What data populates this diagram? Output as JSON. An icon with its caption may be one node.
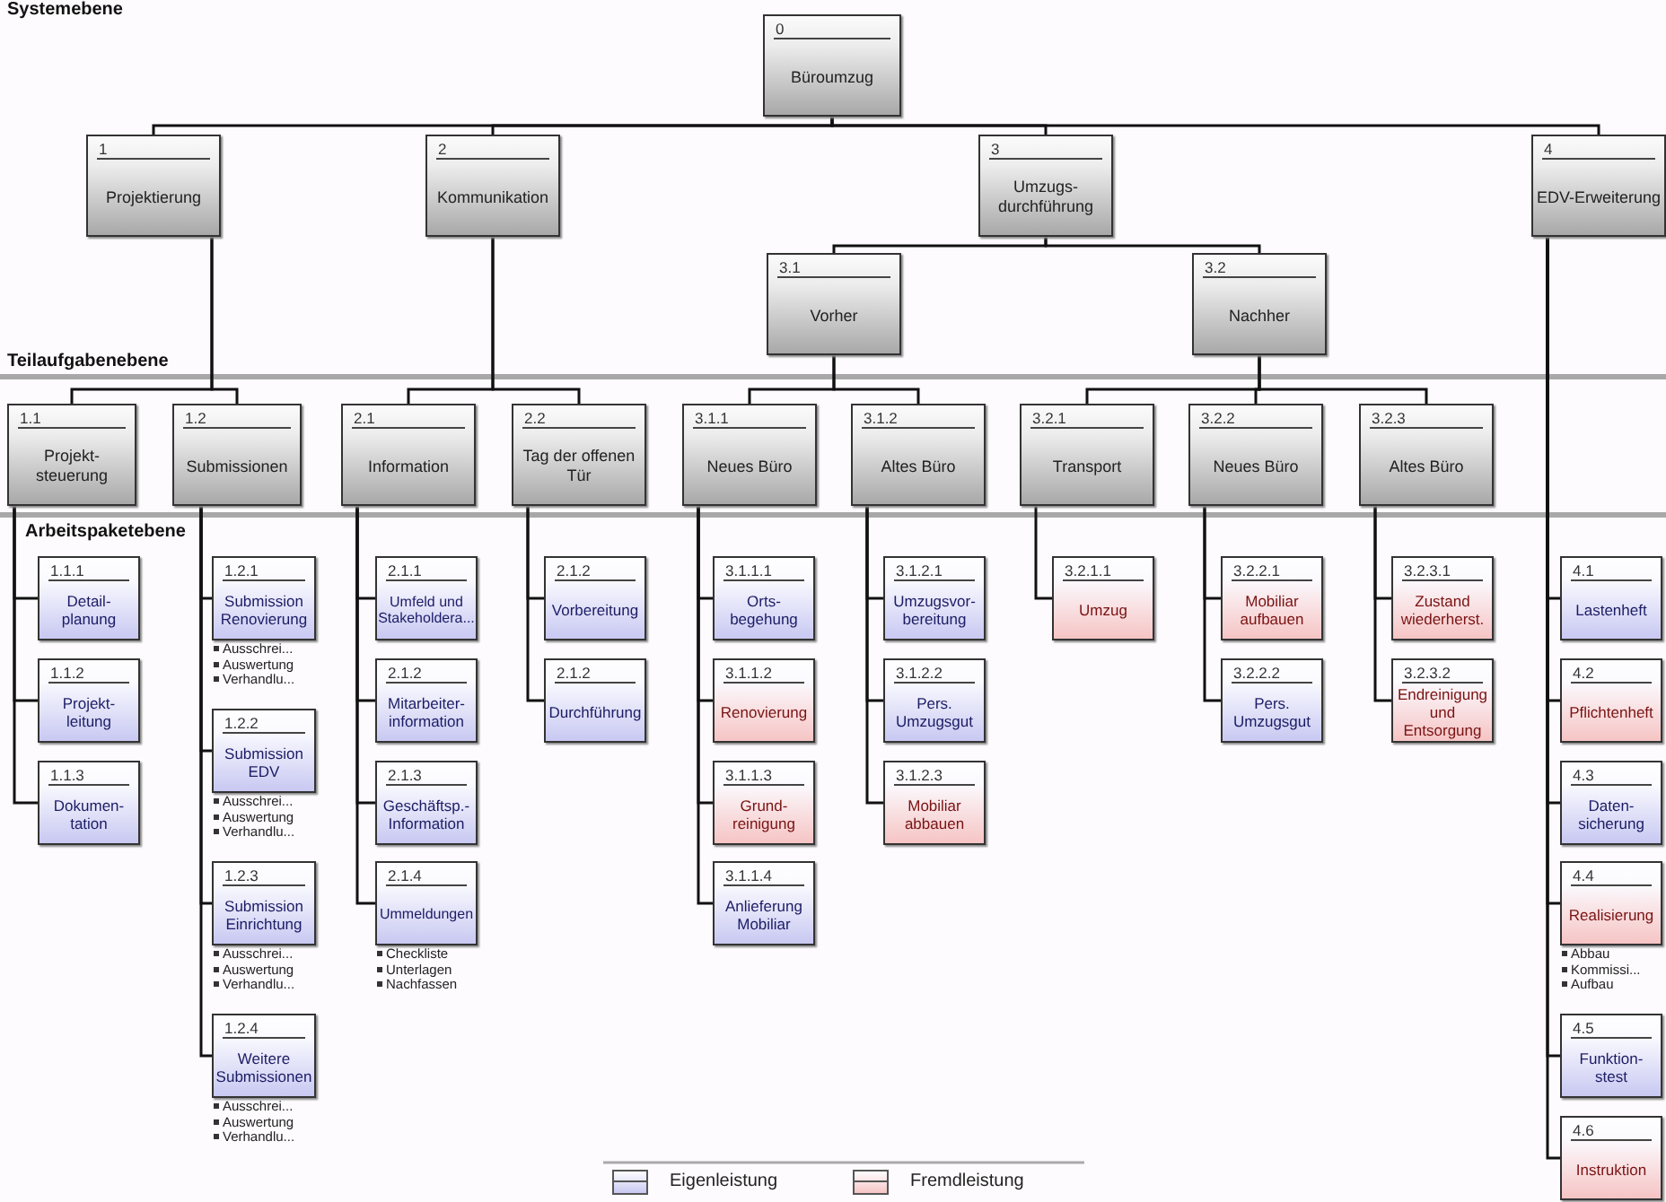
{
  "diagram": {
    "nodes": [
      {
        "text": [
          "0",
          "Büroumzug"
        ]
      },
      {
        "text": [
          "1",
          "Projektierung"
        ]
      },
      {
        "text": [
          "2",
          "Kommunikation"
        ]
      },
      {
        "text": [
          "3",
          "Umzugs-durchführung"
        ]
      },
      {
        "text": [
          "4",
          "EDV-Erweiterung"
        ]
      },
      {
        "text": [
          "3.1",
          "Vorher"
        ]
      },
      {
        "text": [
          "3.2",
          "Nachher"
        ]
      },
      {
        "text": [
          "1.1",
          "Projekt-steuerung"
        ]
      },
      {
        "text": [
          "1.2",
          "Submissionen"
        ]
      },
      {
        "text": [
          "2.1",
          "Information"
        ]
      },
      {
        "text": [
          "2.2",
          "Tag der offenen Tür"
        ]
      },
      {
        "text": [
          "3.1.1",
          "Neues Büro"
        ]
      },
      {
        "text": [
          "3.1.2",
          "Altes Büro"
        ]
      },
      {
        "text": [
          "3.2.1",
          "Transport"
        ]
      },
      {
        "text": [
          "3.2.2",
          "Neues Büro"
        ]
      },
      {
        "text": [
          "3.2.3",
          "Altes Büro"
        ]
      },
      {
        "text": [
          "1.1.1",
          "Detail-planung"
        ]
      },
      {
        "text": [
          "1.1.2",
          "Projekt-leitung"
        ]
      },
      {
        "text": [
          "1.1.3",
          "Dokumen-tation"
        ]
      },
      {
        "text": [
          "1.2.1",
          "Submission Renovierung"
        ],
        "beside": [
          "Ausschrei...",
          "Auswertung",
          "Verhandlu..."
        ]
      },
      {
        "text": [
          "1.2.2",
          "Submission EDV"
        ],
        "beside": [
          "Ausschrei...",
          "Auswertung",
          "Verhandlu..."
        ]
      },
      {
        "text": [
          "1.2.3",
          "Submission Einrichtung"
        ],
        "beside": [
          "Ausschrei...",
          "Auswertung",
          "Verhandlu..."
        ]
      },
      {
        "text": [
          "1.2.4",
          "Weitere Submissionen"
        ],
        "beside": [
          "Ausschrei...",
          "Auswertung",
          "Verhandlu..."
        ]
      },
      {
        "text": [
          "2.1.1",
          "Umfeld und Stakeholdera..."
        ]
      },
      {
        "text": [
          "2.1.2",
          "Mitarbeiter-information"
        ]
      },
      {
        "text": [
          "2.1.3",
          "Geschäftsp.-Information"
        ]
      },
      {
        "text": [
          "2.1.4",
          "Ummeldungen"
        ],
        "beside": [
          "Checkliste",
          "Unterlagen",
          "Nachfassen"
        ]
      },
      {
        "text": [
          "2.1.2",
          "Vorbereitung"
        ]
      },
      {
        "text": [
          "2.1.2",
          "Durchführung"
        ]
      },
      {
        "text": [
          "3.1.1.1",
          "Orts-begehung"
        ]
      },
      {
        "text": [
          "3.1.1.2",
          "Renovierung"
        ]
      },
      {
        "text": [
          "3.1.1.3",
          "Grund-reinigung"
        ]
      },
      {
        "text": [
          "3.1.1.4",
          "Anlieferung Mobiliar"
        ]
      },
      {
        "text": [
          "3.1.2.1",
          "Umzugsvor-bereitung"
        ]
      },
      {
        "text": [
          "3.1.2.2",
          "Pers. Umzugsgut"
        ]
      },
      {
        "text": [
          "3.1.2.3",
          "Mobiliar abbauen"
        ]
      },
      {
        "text": [
          "3.2.1.1",
          "Umzug"
        ]
      },
      {
        "text": [
          "3.2.2.1",
          "Mobiliar aufbauen"
        ]
      },
      {
        "text": [
          "3.2.2.2",
          "Pers. Umzugsgut"
        ]
      },
      {
        "text": [
          "3.2.3.1",
          "Zustand wiederherst."
        ]
      },
      {
        "text": [
          "3.2.3.2",
          "Endreinigung und Entsorgung"
        ]
      },
      {
        "text": [
          "4.1",
          "Lastenheft"
        ]
      },
      {
        "text": [
          "4.2",
          "Pflichtenheft"
        ]
      },
      {
        "text": [
          "4.3",
          "Daten-sicherung"
        ]
      },
      {
        "text": [
          "4.4",
          "Realisierung"
        ],
        "beside": [
          "Abbau",
          "Kommissi...",
          "Aufbau"
        ]
      },
      {
        "text": [
          "4.5",
          "Funktion-stest"
        ]
      },
      {
        "text": [
          "4.6",
          "Instruktion"
        ]
      }
    ],
    "edges": [
      {
        "from": 0,
        "to": 1,
        "arrow": "none"
      },
      {
        "from": 0,
        "to": 2,
        "arrow": "none"
      },
      {
        "from": 0,
        "to": 3,
        "arrow": "none"
      },
      {
        "from": 0,
        "to": 4,
        "arrow": "none"
      },
      {
        "from": 3,
        "to": 5,
        "arrow": "none"
      },
      {
        "from": 3,
        "to": 6,
        "arrow": "none"
      },
      {
        "from": 1,
        "to": 7,
        "arrow": "none"
      },
      {
        "from": 1,
        "to": 8,
        "arrow": "none"
      },
      {
        "from": 2,
        "to": 9,
        "arrow": "none"
      },
      {
        "from": 2,
        "to": 10,
        "arrow": "none"
      },
      {
        "from": 5,
        "to": 11,
        "arrow": "none"
      },
      {
        "from": 5,
        "to": 12,
        "arrow": "none"
      },
      {
        "from": 6,
        "to": 13,
        "arrow": "none"
      },
      {
        "from": 6,
        "to": 14,
        "arrow": "none"
      },
      {
        "from": 6,
        "to": 15,
        "arrow": "none"
      },
      {
        "from": 7,
        "to": 16,
        "arrow": "none"
      },
      {
        "from": 7,
        "to": 17,
        "arrow": "none"
      },
      {
        "from": 7,
        "to": 18,
        "arrow": "none"
      },
      {
        "from": 8,
        "to": 19,
        "arrow": "none"
      },
      {
        "from": 8,
        "to": 20,
        "arrow": "none"
      },
      {
        "from": 8,
        "to": 21,
        "arrow": "none"
      },
      {
        "from": 8,
        "to": 22,
        "arrow": "none"
      },
      {
        "from": 9,
        "to": 23,
        "arrow": "none"
      },
      {
        "from": 9,
        "to": 24,
        "arrow": "none"
      },
      {
        "from": 9,
        "to": 25,
        "arrow": "none"
      },
      {
        "from": 9,
        "to": 26,
        "arrow": "none"
      },
      {
        "from": 10,
        "to": 27,
        "arrow": "none"
      },
      {
        "from": 10,
        "to": 28,
        "arrow": "none"
      },
      {
        "from": 11,
        "to": 29,
        "arrow": "none"
      },
      {
        "from": 11,
        "to": 30,
        "arrow": "none"
      },
      {
        "from": 11,
        "to": 31,
        "arrow": "none"
      },
      {
        "from": 11,
        "to": 32,
        "arrow": "none"
      },
      {
        "from": 12,
        "to": 33,
        "arrow": "none"
      },
      {
        "from": 12,
        "to": 34,
        "arrow": "none"
      },
      {
        "from": 12,
        "to": 35,
        "arrow": "none"
      },
      {
        "from": 13,
        "to": 36,
        "arrow": "none"
      },
      {
        "from": 14,
        "to": 37,
        "arrow": "none"
      },
      {
        "from": 14,
        "to": 38,
        "arrow": "none"
      },
      {
        "from": 15,
        "to": 39,
        "arrow": "none"
      },
      {
        "from": 15,
        "to": 40,
        "arrow": "none"
      },
      {
        "from": 4,
        "to": 41,
        "arrow": "none"
      },
      {
        "from": 4,
        "to": 42,
        "arrow": "none"
      },
      {
        "from": 4,
        "to": 43,
        "arrow": "none"
      },
      {
        "from": 4,
        "to": 44,
        "arrow": "none"
      },
      {
        "from": 4,
        "to": 45,
        "arrow": "none"
      },
      {
        "from": 4,
        "to": 46,
        "arrow": "none"
      }
    ],
    "labels": [
      "Systemebene",
      "Teilaufgabenebene",
      "Arbeitspaketebene"
    ],
    "legend": [
      {
        "text": "Eigenleistung",
        "color": "#c8c8f2"
      },
      {
        "text": "Fremdleistung",
        "color": "#f6c4c4"
      }
    ]
  }
}
